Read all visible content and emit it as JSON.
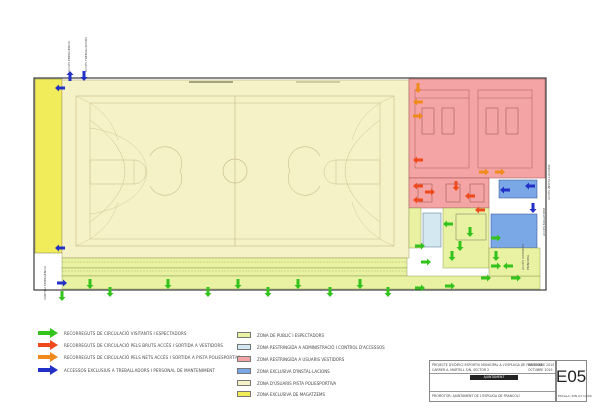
{
  "legend": {
    "circulation": [
      {
        "label": "RECORREGUTS DE CIRCULACIÓ VISITANTS I ESPECTADORS",
        "color": "#34c21c"
      },
      {
        "label": "RECORREGUTS DE CIRCULACIÓ PELS BRUTS ACCÉS I SORTIDA A VESTIDORS",
        "color": "#f04a1c"
      },
      {
        "label": "RECORREGUTS DE CIRCULACIÓ PELS NETS ACCÉS I SORTIDA A PISTA POLIESPORTIVA",
        "color": "#f08a1c"
      },
      {
        "label": "ACCESSOS EXCLUSIUS A TREBALLADORS I PERSONAL DE MANTENIMENT",
        "color": "#2230c8"
      }
    ],
    "zones": [
      {
        "label": "ZONA DE PUBLIC I ESPECTADORS",
        "color": "#e9f2a2"
      },
      {
        "label": "ZONA RESTRINGIDA A ADMINISTRACIÓ I CONTROL D'ACCESSOS",
        "color": "#d4e8f2"
      },
      {
        "label": "ZONA RESTRINGIDA A USUARIS VESTIDORS",
        "color": "#f4a4a4"
      },
      {
        "label": "ZONA EXCLUSIVA D'INSTAL·LACIONS",
        "color": "#7aa8e6"
      },
      {
        "label": "ZONA D'USUARIS PISTA POLIESPORTIVA",
        "color": "#f6f2c8"
      },
      {
        "label": "ZONA EXCLUSIVA DE MAGATZEMS",
        "color": "#f0ec5a"
      }
    ]
  },
  "plan_labels": {
    "top_access_1": "ACCÉS EMERGÈNCIA",
    "top_access_2": "ACCÉS TREBALLADORS",
    "left_access": "SORTIDA EMERGÈNCIA",
    "right_access": "ACCÉS INSTAL·LACIONS",
    "main_access_1": "ACCÉS VISITANTS",
    "main_access_2": "PRINCIPAL",
    "service_access": "ACCÉS MAGATZEM"
  },
  "title_block": {
    "project_line1": "PROJECTE D'EDIFICI ESPORTIU MUNICIPAL A L'ESPLUGA DE FRANCOLÍ",
    "project_line2": "CARRER A. MARTELL S/N, SECTOR 2",
    "date_label": "SETEMBRE 2015",
    "date_value": "OCTUBRE 2015",
    "author_box": "AJUNTAMENT",
    "client": "PROMOTOR: AJUNTAMENT DE L'ESPLUGA DE FRANCOLÍ",
    "sheet_number": "E05",
    "scale": "ESCALA: DIN A3 1/200"
  },
  "colors": {
    "court_fill": "#f6f2c8",
    "court_line": "#c8be8c",
    "public_fill": "#e9f2a2",
    "storage_fill": "#f0ec5a",
    "locker_fill": "#f4a4a4",
    "install_fill": "#7aa8e6",
    "admin_fill": "#d4e8f2",
    "wall": "#3c3c3c"
  }
}
